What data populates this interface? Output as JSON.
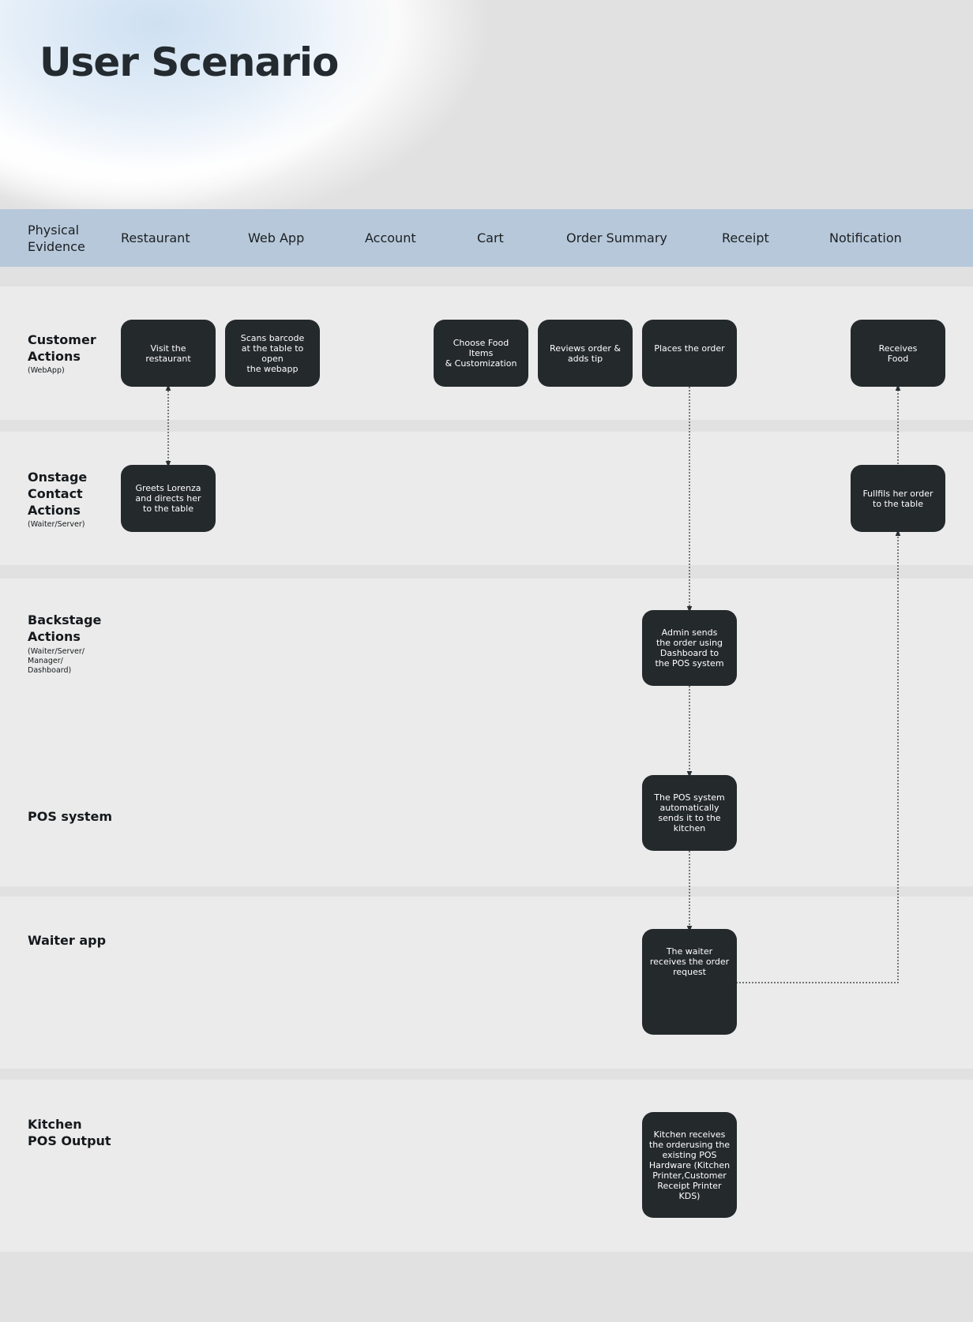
{
  "title": "User Scenario",
  "physical_evidence": {
    "label": "Physical Evidence",
    "columns": [
      "Restaurant",
      "Web App",
      "Account",
      "Cart",
      "Order Summary",
      "Receipt",
      "Notification"
    ]
  },
  "lanes": {
    "customer": {
      "title": "Customer Actions",
      "sub": "(WebApp)"
    },
    "onstage": {
      "title": "Onstage Contact Actions",
      "sub": "(Waiter/Server)"
    },
    "backstage": {
      "title": "Backstage Actions",
      "sub": "(Waiter/Server/ Manager/ Dashboard)"
    },
    "pos": {
      "title": "POS system"
    },
    "waiter": {
      "title": "Waiter app"
    },
    "kitchen": {
      "title": "Kitchen POS Output"
    }
  },
  "cards": {
    "visit": "Visit the restaurant",
    "scan": "Scans barcode\nat the table to open\nthe webapp",
    "choose": "Choose Food Items\n& Customization",
    "review": "Reviews order &\nadds tip",
    "place": "Places the order",
    "receives": "Receives\nFood",
    "greets": "Greets Lorenza\nand directs her\nto the table",
    "fulfils": "Fullfils her order\nto the table",
    "admin": "Admin sends\nthe order using\nDashboard to\nthe POS system",
    "pos_auto": "The POS system\nautomatically\nsends it to the\nkitchen",
    "waiter_receives": "The waiter\nreceives the order\nrequest",
    "kitchen_receives": "Kitchen receives\nthe orderusing the\nexisting POS\nHardware (Kitchen\nPrinter,Customer\nReceipt Printer\nKDS)"
  }
}
